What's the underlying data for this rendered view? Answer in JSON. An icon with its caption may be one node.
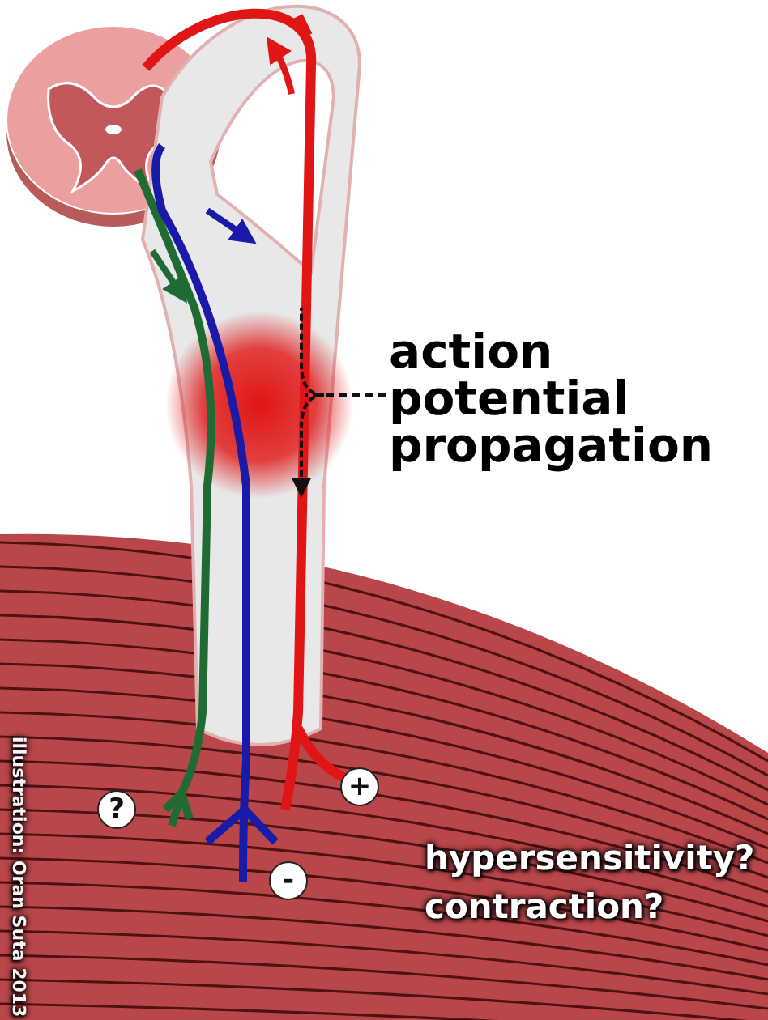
{
  "diagram": {
    "nodes": [
      {
        "text": [
          "action potential propagation"
        ]
      },
      {
        "text": [],
        "shape": "picture"
      },
      {
        "text": [
          "?"
        ]
      },
      {
        "text": [
          "-"
        ]
      },
      {
        "text": [
          "+"
        ]
      }
    ],
    "edges": [
      {
        "from": 0,
        "to": 1,
        "arrow": "none",
        "style": "dashed"
      }
    ],
    "labels": [
      "hypersensitivity?",
      "contraction?",
      "illustration: Oran Suta 2013"
    ]
  }
}
